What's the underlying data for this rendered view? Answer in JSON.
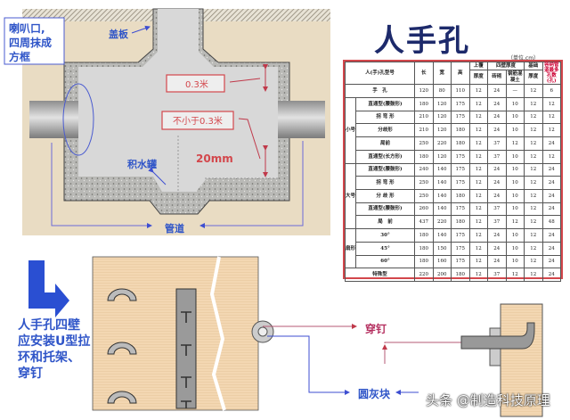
{
  "title": "人手孔",
  "unit_note": "（单位,cm）",
  "diagram_labels": {
    "bell_mouth": [
      "喇叭口,",
      "四周抹成",
      "方框"
    ],
    "cover": "盖板",
    "clearance_top": "0.3米",
    "clearance_min": "不小于0.3米",
    "depth": "20mm",
    "sump": "积水罐",
    "pipe": "管道",
    "through_bolt": "穿钉",
    "round_block": "圆灰块"
  },
  "left_note": [
    "人手孔四壁",
    "应安装U型拉",
    "环和托架、",
    "穿钉"
  ],
  "watermark": "头条 @制造科技原理",
  "colors": {
    "accent_blue": "#2f55c8",
    "red": "#d3474c",
    "title": "#1d2a6b"
  },
  "table": {
    "headers": {
      "type": "人(手)孔型号",
      "length": "长",
      "width": "宽",
      "height": "高",
      "top": "上覆",
      "top2": "厚度",
      "walls": "四壁厚度",
      "brick": "砖砌",
      "concrete": "钢筋混凝土",
      "base": "基础",
      "base2": "厚度",
      "max_holes": "容纳管道最多孔数(孔)"
    },
    "groups": [
      {
        "label": "",
        "rows": [
          {
            "name": "手　孔",
            "values": [
              "120",
              "80",
              "110",
              "12",
              "24",
              "—",
              "12",
              "6"
            ]
          }
        ]
      },
      {
        "label": "小号",
        "rows": [
          {
            "name": "直通型(腰鼓形)",
            "values": [
              "180",
              "120",
              "175",
              "12",
              "24",
              "10",
              "12",
              "12"
            ]
          },
          {
            "name": "拐 弯 形",
            "values": [
              "210",
              "120",
              "175",
              "12",
              "24",
              "10",
              "12",
              "12"
            ]
          },
          {
            "name": "分歧形",
            "values": [
              "210",
              "120",
              "180",
              "12",
              "24",
              "10",
              "12",
              "12"
            ]
          },
          {
            "name": "局前",
            "values": [
              "250",
              "220",
              "180",
              "12",
              "37",
              "12",
              "12",
              "24"
            ]
          },
          {
            "name": "直通型(长方形)",
            "values": [
              "180",
              "120",
              "175",
              "12",
              "37",
              "10",
              "12",
              "12"
            ]
          }
        ]
      },
      {
        "label": "大号",
        "rows": [
          {
            "name": "直通型(腰鼓形)",
            "values": [
              "240",
              "140",
              "175",
              "12",
              "24",
              "10",
              "12",
              "24"
            ]
          },
          {
            "name": "拐 弯 形",
            "values": [
              "250",
              "140",
              "175",
              "12",
              "24",
              "10",
              "12",
              "24"
            ]
          },
          {
            "name": "分 歧 形",
            "values": [
              "250",
              "140",
              "180",
              "12",
              "24",
              "10",
              "12",
              "24"
            ]
          },
          {
            "name": "直通型(腰鼓形)",
            "values": [
              "260",
              "140",
              "175",
              "12",
              "37",
              "10",
              "12",
              "24"
            ]
          },
          {
            "name": "局　前",
            "values": [
              "437",
              "220",
              "180",
              "12",
              "37",
              "12",
              "12",
              "48"
            ]
          }
        ]
      },
      {
        "label": "扇形",
        "rows": [
          {
            "name": "30°",
            "values": [
              "180",
              "140",
              "175",
              "12",
              "24",
              "10",
              "12",
              "24"
            ]
          },
          {
            "name": "45°",
            "values": [
              "180",
              "150",
              "175",
              "12",
              "24",
              "10",
              "12",
              "24"
            ]
          },
          {
            "name": "60°",
            "values": [
              "180",
              "160",
              "175",
              "12",
              "24",
              "10",
              "12",
              "24"
            ]
          }
        ]
      },
      {
        "label": "",
        "rows": [
          {
            "name": "特殊型",
            "values": [
              "220",
              "200",
              "180",
              "12",
              "37",
              "12",
              "12",
              "24"
            ]
          }
        ]
      }
    ]
  }
}
